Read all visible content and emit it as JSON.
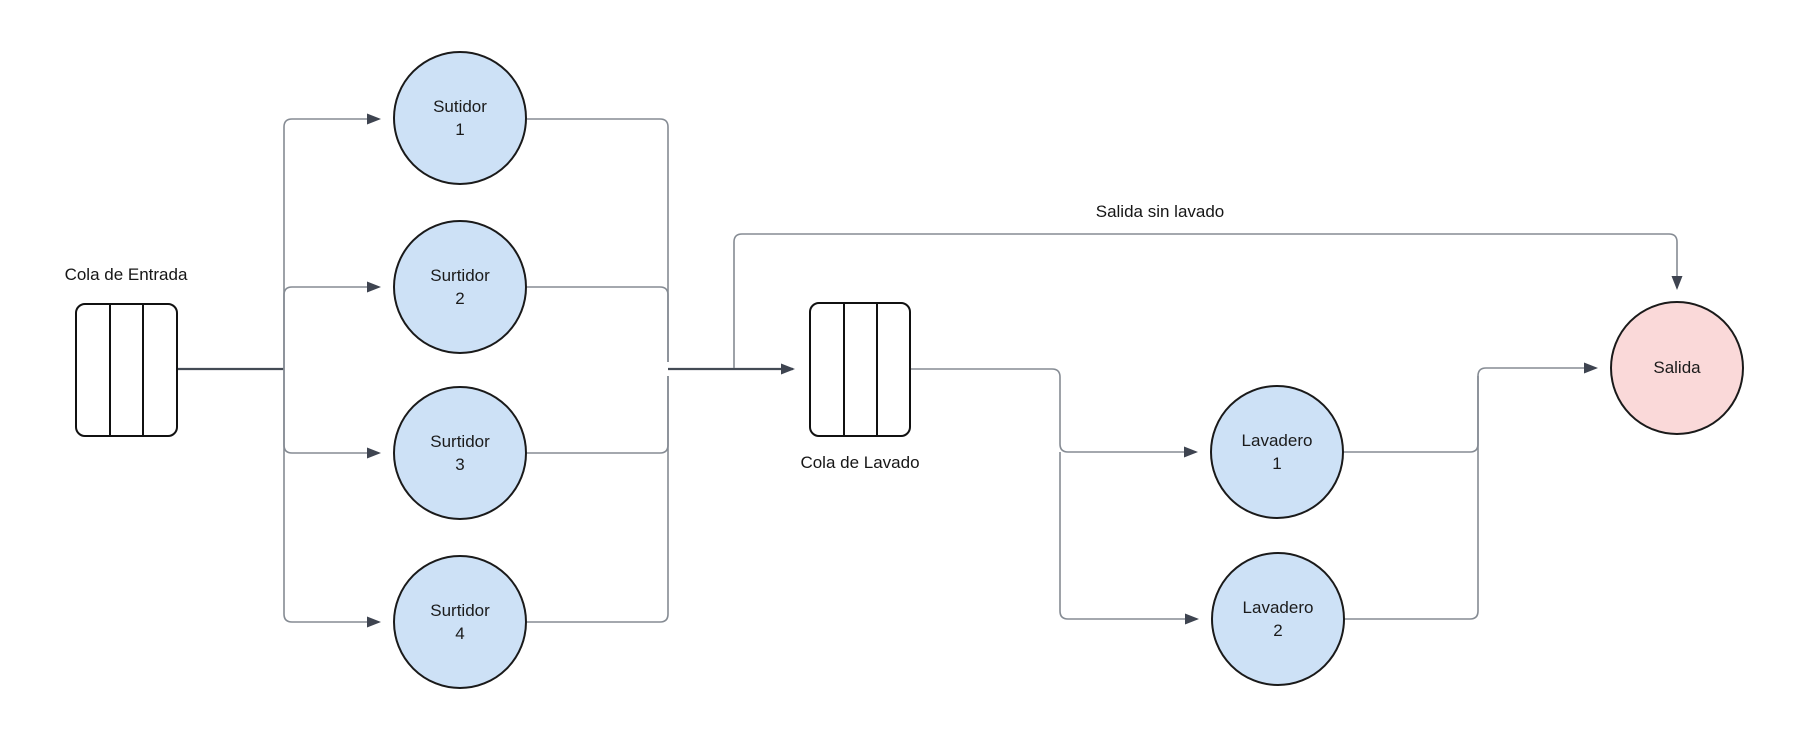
{
  "diagram": {
    "title_hint": "Queueing network: fuel pumps and car wash",
    "colors": {
      "background": "#ffffff",
      "server_fill": "#cde1f6",
      "sink_fill": "#fad9d9",
      "node_border": "#1a1a1a",
      "edge": "#858b93",
      "edge_dark": "#444b55",
      "arrowhead": "#3e4450",
      "text": "#1b1b1b"
    },
    "nodes": {
      "cola_entrada": {
        "label": "Cola de Entrada",
        "type": "queue"
      },
      "sutidor1": {
        "line1": "Sutidor",
        "line2": "1",
        "type": "server"
      },
      "surtidor2": {
        "line1": "Surtidor",
        "line2": "2",
        "type": "server"
      },
      "surtidor3": {
        "line1": "Surtidor",
        "line2": "3",
        "type": "server"
      },
      "surtidor4": {
        "line1": "Surtidor",
        "line2": "4",
        "type": "server"
      },
      "cola_lavado": {
        "label": "Cola de Lavado",
        "type": "queue"
      },
      "lavadero1": {
        "line1": "Lavadero",
        "line2": "1",
        "type": "server"
      },
      "lavadero2": {
        "line1": "Lavadero",
        "line2": "2",
        "type": "server"
      },
      "salida": {
        "label": "Salida",
        "type": "sink"
      }
    },
    "edge_labels": {
      "bypass": "Salida sin lavado"
    }
  }
}
